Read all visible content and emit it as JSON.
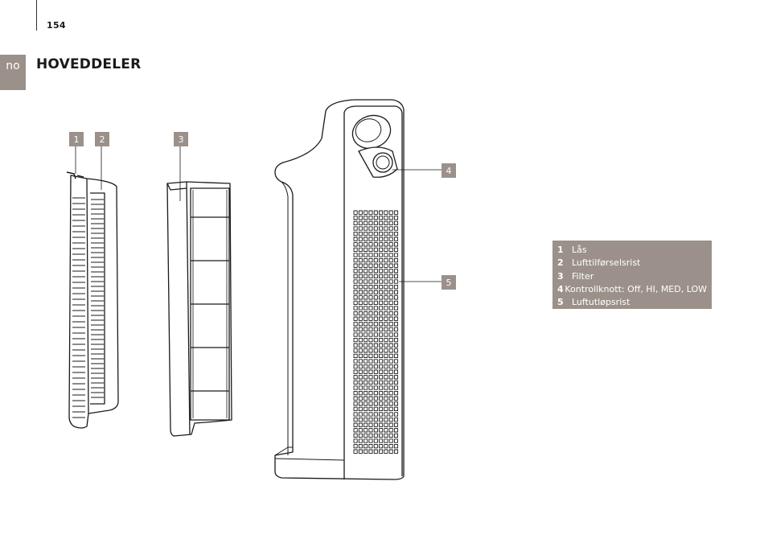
{
  "header": {
    "page_number": "154",
    "language_code": "no"
  },
  "section": {
    "title": "HOVEDDELER"
  },
  "callouts": [
    "1",
    "2",
    "3",
    "4",
    "5"
  ],
  "legend": {
    "items": [
      {
        "number": "1",
        "label": "Lås"
      },
      {
        "number": "2",
        "label": "Lufttilførselsrist"
      },
      {
        "number": "3",
        "label": "Filter"
      },
      {
        "number": "4",
        "label": "Kontrollknott: Off, HI, MED, LOW"
      },
      {
        "number": "5",
        "label": "Luftutløpsrist"
      }
    ]
  },
  "colors": {
    "accent": "#9b918a",
    "line": "#1a1a1a"
  }
}
